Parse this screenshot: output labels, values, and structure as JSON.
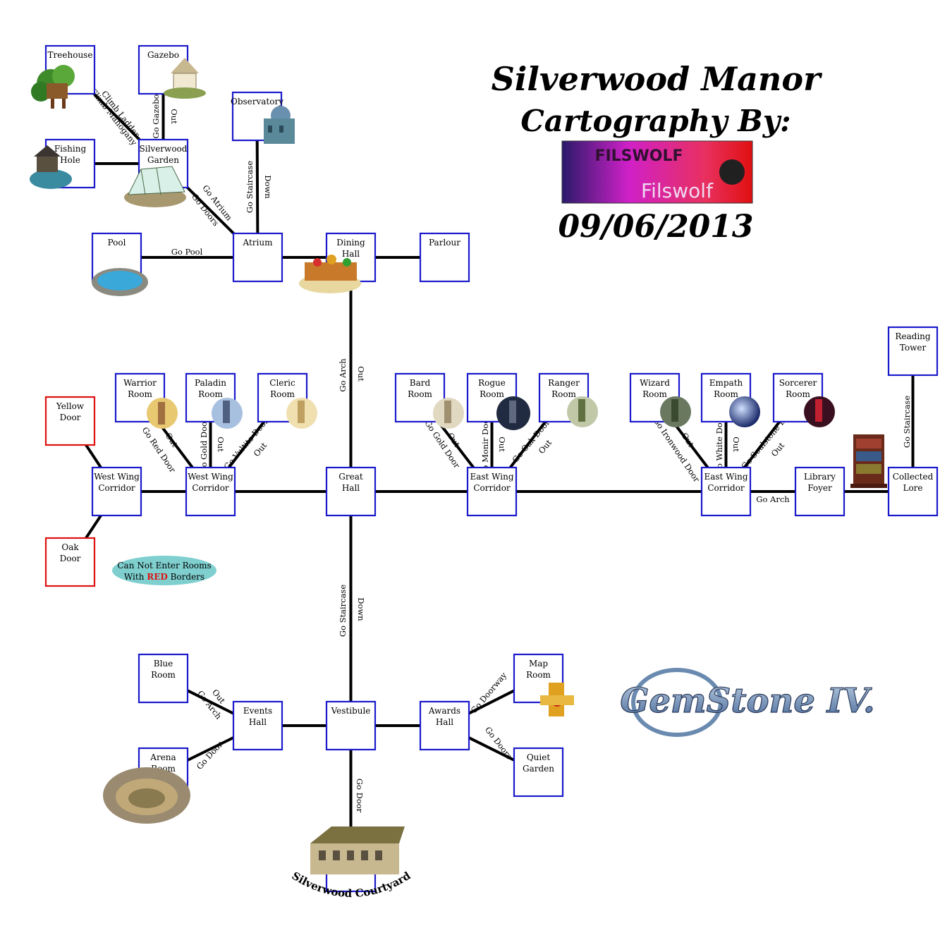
{
  "title": {
    "line1": "Silverwood Manor",
    "line2": "Cartography By:",
    "date": "09/06/2013",
    "banner_text_top": "FILSWOLF",
    "banner_text_bottom": "Filswolf"
  },
  "logo": {
    "text": "GemStone IV."
  },
  "legend": {
    "text_before": "Can Not Enter Rooms",
    "text_with": "With",
    "text_red": "RED",
    "text_after": "Borders"
  },
  "courtyard_label": "Silverwood Courtyard",
  "colors": {
    "room_border": "#1a1acc",
    "locked_border": "#dd1111",
    "edge": "#000000",
    "legend_fill": "#7fcfcf"
  },
  "rooms": [
    {
      "id": "treehouse",
      "lines": [
        "Treehouse"
      ],
      "locked": false
    },
    {
      "id": "gazebo",
      "lines": [
        "Gazebo"
      ],
      "locked": false
    },
    {
      "id": "observatory",
      "lines": [
        "Observatory"
      ],
      "locked": false
    },
    {
      "id": "fishing",
      "lines": [
        "Fishing",
        "Hole"
      ],
      "locked": false
    },
    {
      "id": "garden",
      "lines": [
        "Silverwood",
        "Garden"
      ],
      "locked": false
    },
    {
      "id": "pool",
      "lines": [
        "Pool"
      ],
      "locked": false
    },
    {
      "id": "atrium",
      "lines": [
        "Atrium"
      ],
      "locked": false
    },
    {
      "id": "dining",
      "lines": [
        "Dining",
        "Hall"
      ],
      "locked": false
    },
    {
      "id": "parlour",
      "lines": [
        "Parlour"
      ],
      "locked": false
    },
    {
      "id": "reading",
      "lines": [
        "Reading",
        "Tower"
      ],
      "locked": false
    },
    {
      "id": "warrior",
      "lines": [
        "Warrior",
        "Room"
      ],
      "locked": false
    },
    {
      "id": "paladin",
      "lines": [
        "Paladin",
        "Room"
      ],
      "locked": false
    },
    {
      "id": "cleric",
      "lines": [
        "Cleric",
        "Room"
      ],
      "locked": false
    },
    {
      "id": "bard",
      "lines": [
        "Bard",
        "Room"
      ],
      "locked": false
    },
    {
      "id": "rogue",
      "lines": [
        "Rogue",
        "Room"
      ],
      "locked": false
    },
    {
      "id": "ranger",
      "lines": [
        "Ranger",
        "Room"
      ],
      "locked": false
    },
    {
      "id": "wizard",
      "lines": [
        "Wizard",
        "Room"
      ],
      "locked": false
    },
    {
      "id": "empath",
      "lines": [
        "Empath",
        "Room"
      ],
      "locked": false
    },
    {
      "id": "sorcerer",
      "lines": [
        "Sorcerer",
        "Room"
      ],
      "locked": false
    },
    {
      "id": "yellow",
      "lines": [
        "Yellow",
        "Door"
      ],
      "locked": true
    },
    {
      "id": "wwc1",
      "lines": [
        "West Wing",
        "Corridor"
      ],
      "locked": false
    },
    {
      "id": "wwc2",
      "lines": [
        "West Wing",
        "Corridor"
      ],
      "locked": false
    },
    {
      "id": "great",
      "lines": [
        "Great",
        "Hall"
      ],
      "locked": false
    },
    {
      "id": "ewc1",
      "lines": [
        "East Wing",
        "Corridor"
      ],
      "locked": false
    },
    {
      "id": "ewc2",
      "lines": [
        "East Wing",
        "Corridor"
      ],
      "locked": false
    },
    {
      "id": "library",
      "lines": [
        "Library",
        "Foyer"
      ],
      "locked": false
    },
    {
      "id": "lore",
      "lines": [
        "Collected",
        "Lore"
      ],
      "locked": false
    },
    {
      "id": "oak",
      "lines": [
        "Oak",
        "Door"
      ],
      "locked": true
    },
    {
      "id": "blue",
      "lines": [
        "Blue",
        "Room"
      ],
      "locked": false
    },
    {
      "id": "events",
      "lines": [
        "Events",
        "Hall"
      ],
      "locked": false
    },
    {
      "id": "vestibule",
      "lines": [
        "Vestibule"
      ],
      "locked": false
    },
    {
      "id": "awards",
      "lines": [
        "Awards",
        "Hall"
      ],
      "locked": false
    },
    {
      "id": "map",
      "lines": [
        "Map",
        "Room"
      ],
      "locked": false
    },
    {
      "id": "arena",
      "lines": [
        "Arena",
        "Room"
      ],
      "locked": false
    },
    {
      "id": "quiet",
      "lines": [
        "Quiet",
        "Garden"
      ],
      "locked": false
    },
    {
      "id": "courtyard",
      "lines": [],
      "locked": false
    }
  ],
  "edges": [
    {
      "from": "treehouse",
      "to": "garden",
      "labels": [
        "Climb Ladder",
        "Climb Mahogany"
      ]
    },
    {
      "from": "gazebo",
      "to": "garden",
      "labels": [
        "Go Gazebo",
        "Out"
      ]
    },
    {
      "from": "fishing",
      "to": "garden",
      "labels": []
    },
    {
      "from": "garden",
      "to": "atrium",
      "labels": [
        "Go Atrium",
        "Go Doors"
      ]
    },
    {
      "from": "observatory",
      "to": "atrium",
      "labels": [
        "Go Staircase",
        "Down"
      ]
    },
    {
      "from": "pool",
      "to": "atrium",
      "labels": [
        "Go Pool"
      ]
    },
    {
      "from": "atrium",
      "to": "dining",
      "labels": []
    },
    {
      "from": "dining",
      "to": "parlour",
      "labels": []
    },
    {
      "from": "dining",
      "to": "great",
      "labels": [
        "Go Arch",
        "Out"
      ]
    },
    {
      "from": "yellow",
      "to": "wwc1",
      "labels": []
    },
    {
      "from": "oak",
      "to": "wwc1",
      "labels": []
    },
    {
      "from": "wwc1",
      "to": "wwc2",
      "labels": []
    },
    {
      "from": "warrior",
      "to": "wwc2",
      "labels": [
        "Go Red Door",
        "Out"
      ]
    },
    {
      "from": "paladin",
      "to": "wwc2",
      "labels": [
        "Go Gold Door",
        "Out"
      ]
    },
    {
      "from": "cleric",
      "to": "wwc2",
      "labels": [
        "Go Vultite Door",
        "Out"
      ]
    },
    {
      "from": "wwc2",
      "to": "great",
      "labels": []
    },
    {
      "from": "great",
      "to": "ewc1",
      "labels": []
    },
    {
      "from": "bard",
      "to": "ewc1",
      "labels": [
        "Go Gold Door",
        "Out"
      ]
    },
    {
      "from": "rogue",
      "to": "ewc1",
      "labels": [
        "Go Monir Door",
        "Out"
      ]
    },
    {
      "from": "ranger",
      "to": "ewc1",
      "labels": [
        "Go Oak Door",
        "Out"
      ]
    },
    {
      "from": "ewc1",
      "to": "ewc2",
      "labels": []
    },
    {
      "from": "wizard",
      "to": "ewc2",
      "labels": [
        "Go Ironwood Door",
        "Out"
      ]
    },
    {
      "from": "empath",
      "to": "ewc2",
      "labels": [
        "Go White Door",
        "Out"
      ]
    },
    {
      "from": "sorcerer",
      "to": "ewc2",
      "labels": [
        "Go Soulstone Door",
        "Out"
      ]
    },
    {
      "from": "ewc2",
      "to": "library",
      "labels": [
        "Go Arch"
      ]
    },
    {
      "from": "library",
      "to": "lore",
      "labels": []
    },
    {
      "from": "reading",
      "to": "lore",
      "labels": [
        "Go Staircase"
      ]
    },
    {
      "from": "great",
      "to": "vestibule",
      "labels": [
        "Go Staircase",
        "Down"
      ]
    },
    {
      "from": "blue",
      "to": "events",
      "labels": [
        "Out",
        "Go Arch"
      ]
    },
    {
      "from": "arena",
      "to": "events",
      "labels": [
        "Go Door"
      ]
    },
    {
      "from": "events",
      "to": "vestibule",
      "labels": []
    },
    {
      "from": "vestibule",
      "to": "awards",
      "labels": []
    },
    {
      "from": "awards",
      "to": "map",
      "labels": [
        "Go Doorway"
      ]
    },
    {
      "from": "awards",
      "to": "quiet",
      "labels": [
        "Go Doors"
      ]
    },
    {
      "from": "vestibule",
      "to": "courtyard",
      "labels": [
        "Go Door"
      ]
    }
  ]
}
